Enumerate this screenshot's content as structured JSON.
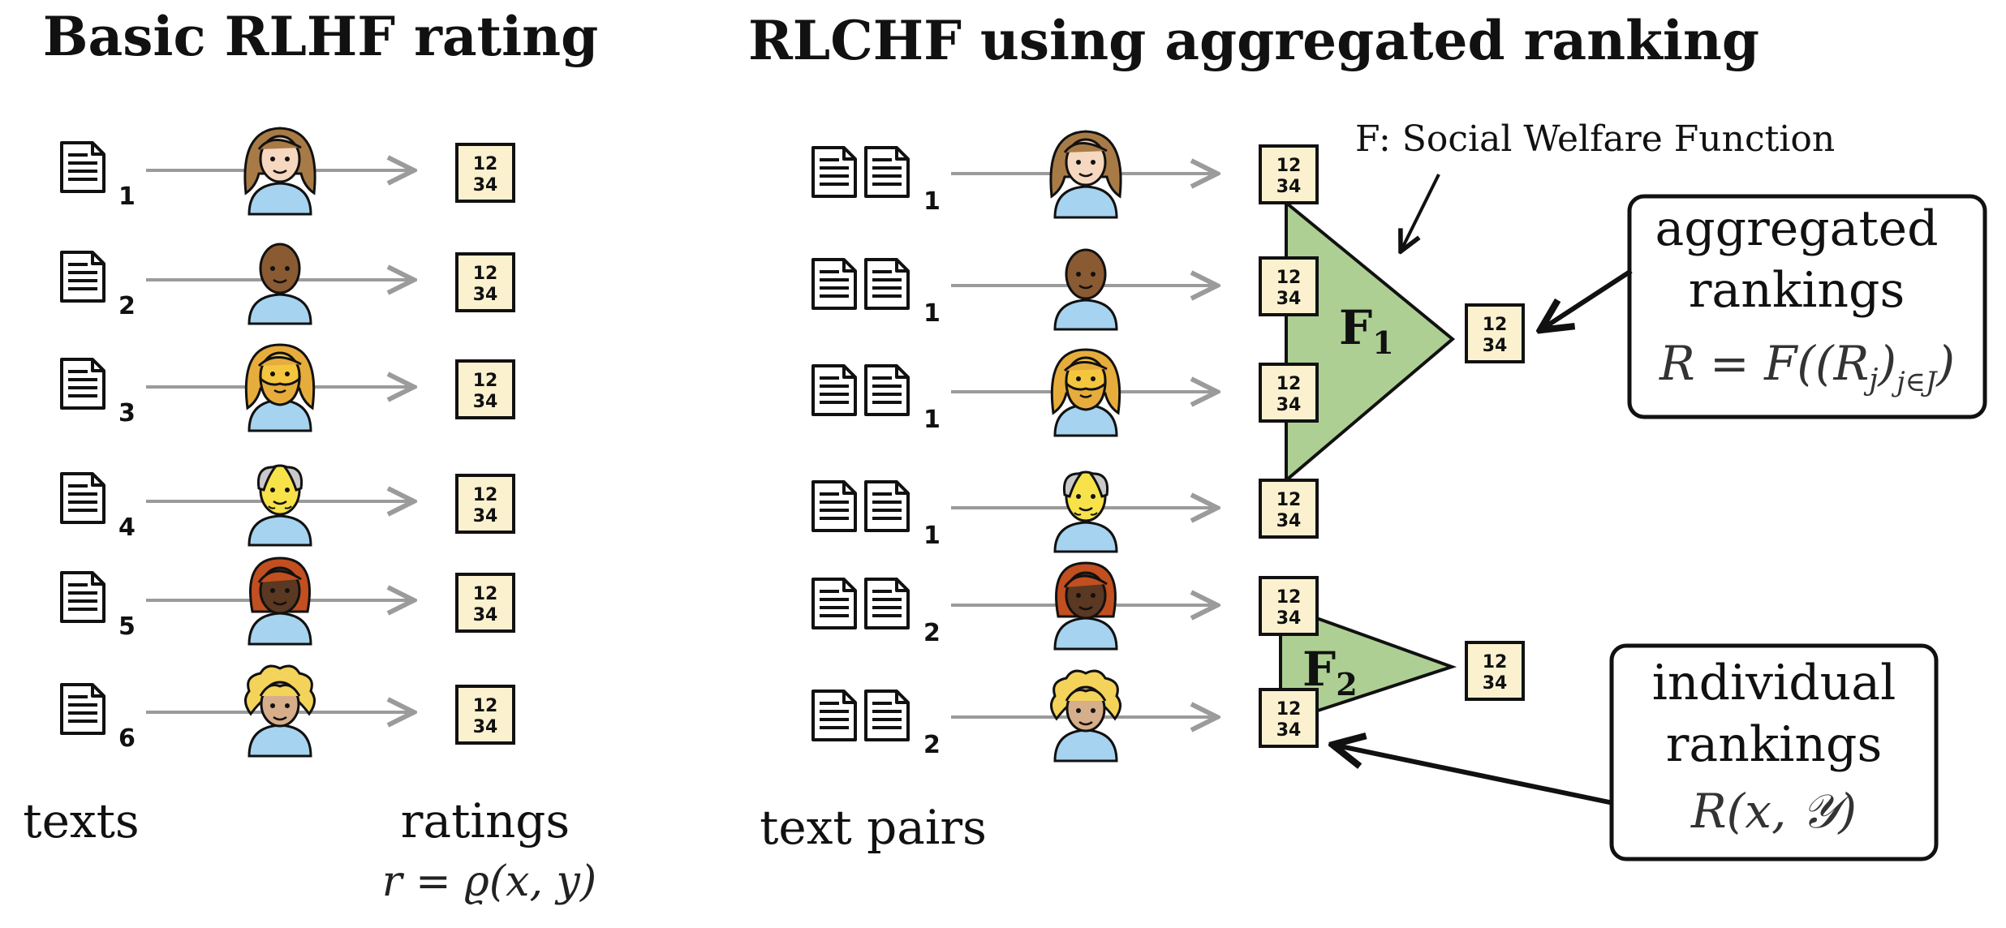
{
  "left": {
    "title": "Basic RLHF rating",
    "texts_caption": "texts",
    "ratings_caption": "ratings",
    "ratings_formula": "r = ϱ(x, y)",
    "rows": [
      {
        "index": "1",
        "person": "woman-medium-light"
      },
      {
        "index": "2",
        "person": "person-dark-bald"
      },
      {
        "index": "3",
        "person": "person-blond-beard"
      },
      {
        "index": "4",
        "person": "older-person"
      },
      {
        "index": "5",
        "person": "woman-dark-red-hair"
      },
      {
        "index": "6",
        "person": "person-curly-blond"
      }
    ],
    "rating_icon_text": [
      "12",
      "34"
    ]
  },
  "right": {
    "title": "RLCHF using  aggregated ranking",
    "pairs_caption": "text pairs",
    "function_label": "F: Social Welfare Function",
    "rows": [
      {
        "index": "1",
        "person": "woman-medium-light"
      },
      {
        "index": "1",
        "person": "person-dark-bald"
      },
      {
        "index": "1",
        "person": "person-blond-beard"
      },
      {
        "index": "1",
        "person": "older-person"
      },
      {
        "index": "2",
        "person": "woman-dark-red-hair"
      },
      {
        "index": "2",
        "person": "person-curly-blond"
      }
    ],
    "f1_label": "F",
    "f1_sub": "1",
    "f2_label": "F",
    "f2_sub": "2",
    "aggregated_box": {
      "line1": "aggregated",
      "line2": "rankings",
      "formula": "R = F((R_j)_{j∈J})"
    },
    "individual_box": {
      "line1": "individual",
      "line2": "rankings",
      "formula": "R(x, 𝒴)"
    }
  },
  "colors": {
    "green": "#aecf94",
    "rank_fill": "#fbf1cf",
    "shirt": "#a6d3ef",
    "arrow_gray": "#9b9b9b"
  }
}
